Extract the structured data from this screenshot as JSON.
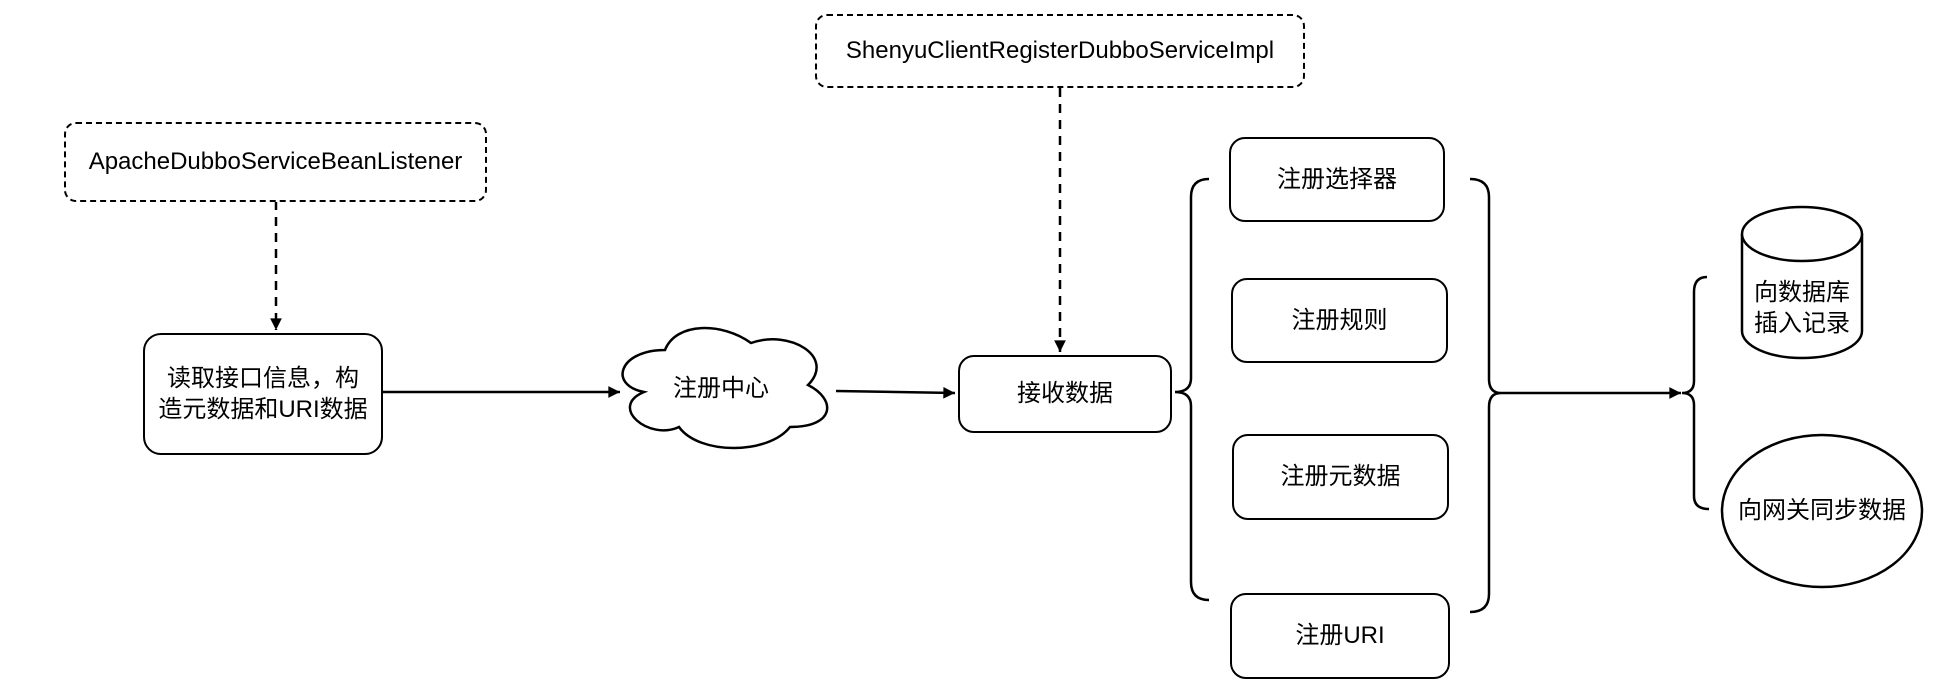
{
  "diagram": {
    "title": "ShenYu Dubbo client registration flow",
    "colors": {
      "stroke": "#000000",
      "fill": "#ffffff",
      "text": "#000000"
    },
    "nodes": {
      "listener": {
        "label": "ApacheDubboServiceBeanListener",
        "shape": "dashed-rounded-rect"
      },
      "impl": {
        "label": "ShenyuClientRegisterDubboServiceImpl",
        "shape": "dashed-rounded-rect"
      },
      "read": {
        "label": "读取接口信息，构\n造元数据和URI数据",
        "shape": "rounded-rect"
      },
      "registry_center": {
        "label": "注册中心",
        "shape": "cloud"
      },
      "receive": {
        "label": "接收数据",
        "shape": "rounded-rect"
      },
      "register_selector": {
        "label": "注册选择器",
        "shape": "rounded-rect"
      },
      "register_rule": {
        "label": "注册规则",
        "shape": "rounded-rect"
      },
      "register_metadata": {
        "label": "注册元数据",
        "shape": "rounded-rect"
      },
      "register_uri": {
        "label": "注册URI",
        "shape": "rounded-rect"
      },
      "db_insert": {
        "label": "向数据库\n插入记录",
        "shape": "cylinder"
      },
      "gateway_sync": {
        "label": "向网关同步数据",
        "shape": "ellipse"
      }
    },
    "edges": [
      {
        "from": "listener",
        "to": "read",
        "style": "dashed-arrow"
      },
      {
        "from": "impl",
        "to": "receive",
        "style": "dashed-arrow"
      },
      {
        "from": "read",
        "to": "registry_center",
        "style": "arrow"
      },
      {
        "from": "registry_center",
        "to": "receive",
        "style": "arrow"
      },
      {
        "from": "register-group",
        "to": "output-group",
        "style": "arrow"
      }
    ]
  }
}
